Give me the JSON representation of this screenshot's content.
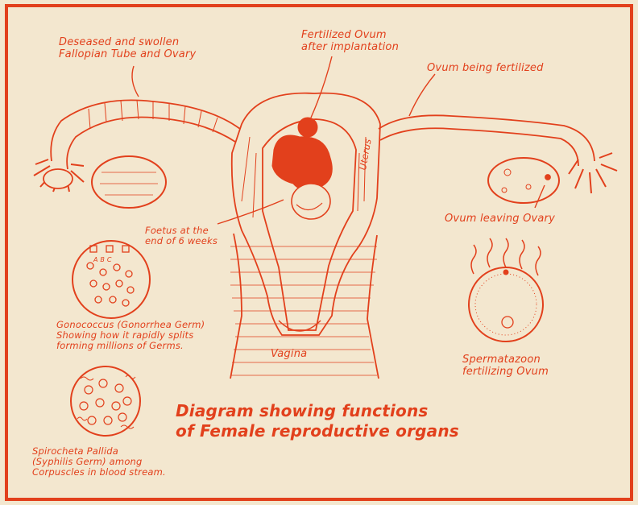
{
  "colors": {
    "ink": "#e2401c",
    "paper": "#f3e7cf"
  },
  "labels": {
    "fallopian": [
      "Deseased and swollen",
      "Fallopian Tube and Ovary"
    ],
    "implant": [
      "Fertilized Ovum",
      "after implantation"
    ],
    "fertilized": "Ovum being fertilized",
    "uterus": "Uterus",
    "foetus": [
      "Foetus at the",
      "end of 6 weeks"
    ],
    "leaving": "Ovum leaving Ovary",
    "vagina": "Vagina",
    "abc": "A B C",
    "gono": [
      "Gonococcus (Gonorrhea Germ)",
      "Showing how it rapidly splits",
      "forming millions of Germs."
    ],
    "sperm": [
      "Spermatazoon",
      "fertilizing Ovum"
    ],
    "syph": [
      "Spirocheta Pallida",
      "(Syphilis Germ) among",
      "Corpuscles in blood stream."
    ]
  },
  "title": [
    "Diagram showing functions",
    "of Female reproductive organs"
  ]
}
